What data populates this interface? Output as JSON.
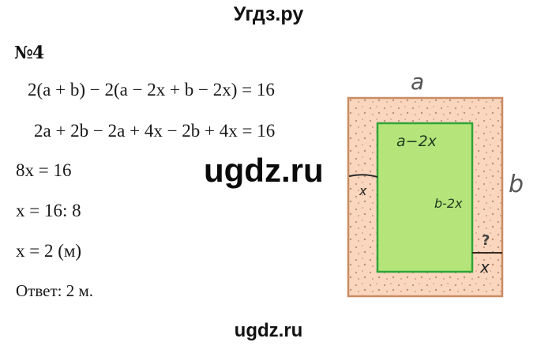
{
  "header": {
    "site_title": "Угдз.ру"
  },
  "task": {
    "number": "№4",
    "solution_lines": [
      "2(a + b) − 2(a − 2x + b − 2x) = 16",
      "2a + 2b − 2a + 4x − 2b + 4x = 16",
      "8x = 16",
      "x = 16: 8",
      "x = 2 (м)"
    ],
    "answer": "Ответ: 2 м."
  },
  "figure": {
    "label_top": "a",
    "label_right": "b",
    "label_inner_top": "a−2x",
    "label_inner_right": "b-2x",
    "label_left_x": "x",
    "label_question": "?",
    "label_bottom_right_x": "x",
    "colors": {
      "frame_fill": "#f9d6bd",
      "frame_border": "#c98c63",
      "inner_fill": "#b5e57a",
      "inner_border": "#2fa53a",
      "dots": "#b07e62"
    }
  },
  "watermarks": {
    "center": "ugdz.ru",
    "bottom": "ugdz.ru"
  }
}
